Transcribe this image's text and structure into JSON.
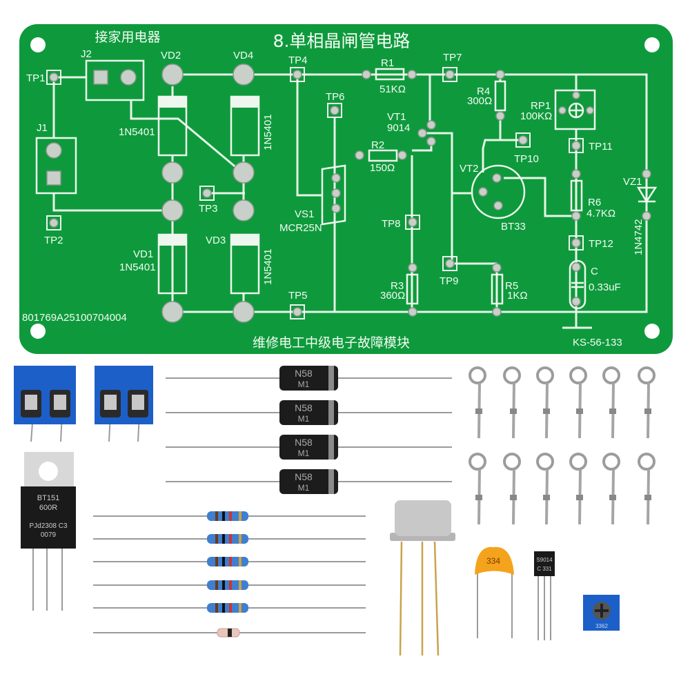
{
  "pcb": {
    "title": "8.单相晶闸管电路",
    "subtitle": "维修电工中级电子故障模块",
    "load_label": "接家用电器",
    "serial": "801769A25100704004",
    "model": "KS-56-133",
    "labels": {
      "tp1": "TP1",
      "tp2": "TP2",
      "tp3": "TP3",
      "tp4": "TP4",
      "tp5": "TP5",
      "tp6": "TP6",
      "tp7": "TP7",
      "tp8": "TP8",
      "tp9": "TP9",
      "tp10": "TP10",
      "tp11": "TP11",
      "tp12": "TP12",
      "j1": "J1",
      "j2": "J2",
      "vd1": "VD1",
      "vd2": "VD2",
      "vd3": "VD3",
      "vd4": "VD4",
      "diode_part": "1N5401",
      "vs1": "VS1",
      "vs1_part": "MCR25N",
      "r1": "R1",
      "r1_val": "51KΩ",
      "r2": "R2",
      "r2_val": "150Ω",
      "r3": "R3",
      "r3_val": "360Ω",
      "r4": "R4",
      "r4_val": "300Ω",
      "r5": "R5",
      "r5_val": "1KΩ",
      "r6": "R6",
      "r6_val": "4.7KΩ",
      "rp1": "RP1",
      "rp1_val": "100KΩ",
      "vt1": "VT1",
      "vt1_part": "9014",
      "vt2": "VT2",
      "vt2_part": "BT33",
      "c": "C",
      "c_val": "0.33uF",
      "vz1": "VZ1",
      "vz1_part": "1N4742"
    }
  },
  "parts": {
    "scr_marking": [
      "BT151",
      "600R",
      "PJd2308 C3",
      "0079"
    ],
    "diode_marking": [
      "N58",
      "M1"
    ],
    "cap_marking": "334",
    "transistor_marking": [
      "S9014",
      "C 331"
    ],
    "trimmer_marking": "3362"
  },
  "colors": {
    "board": "#0e9a3c",
    "terminal": "#1d5fc8",
    "cap": "#f4a31c"
  }
}
